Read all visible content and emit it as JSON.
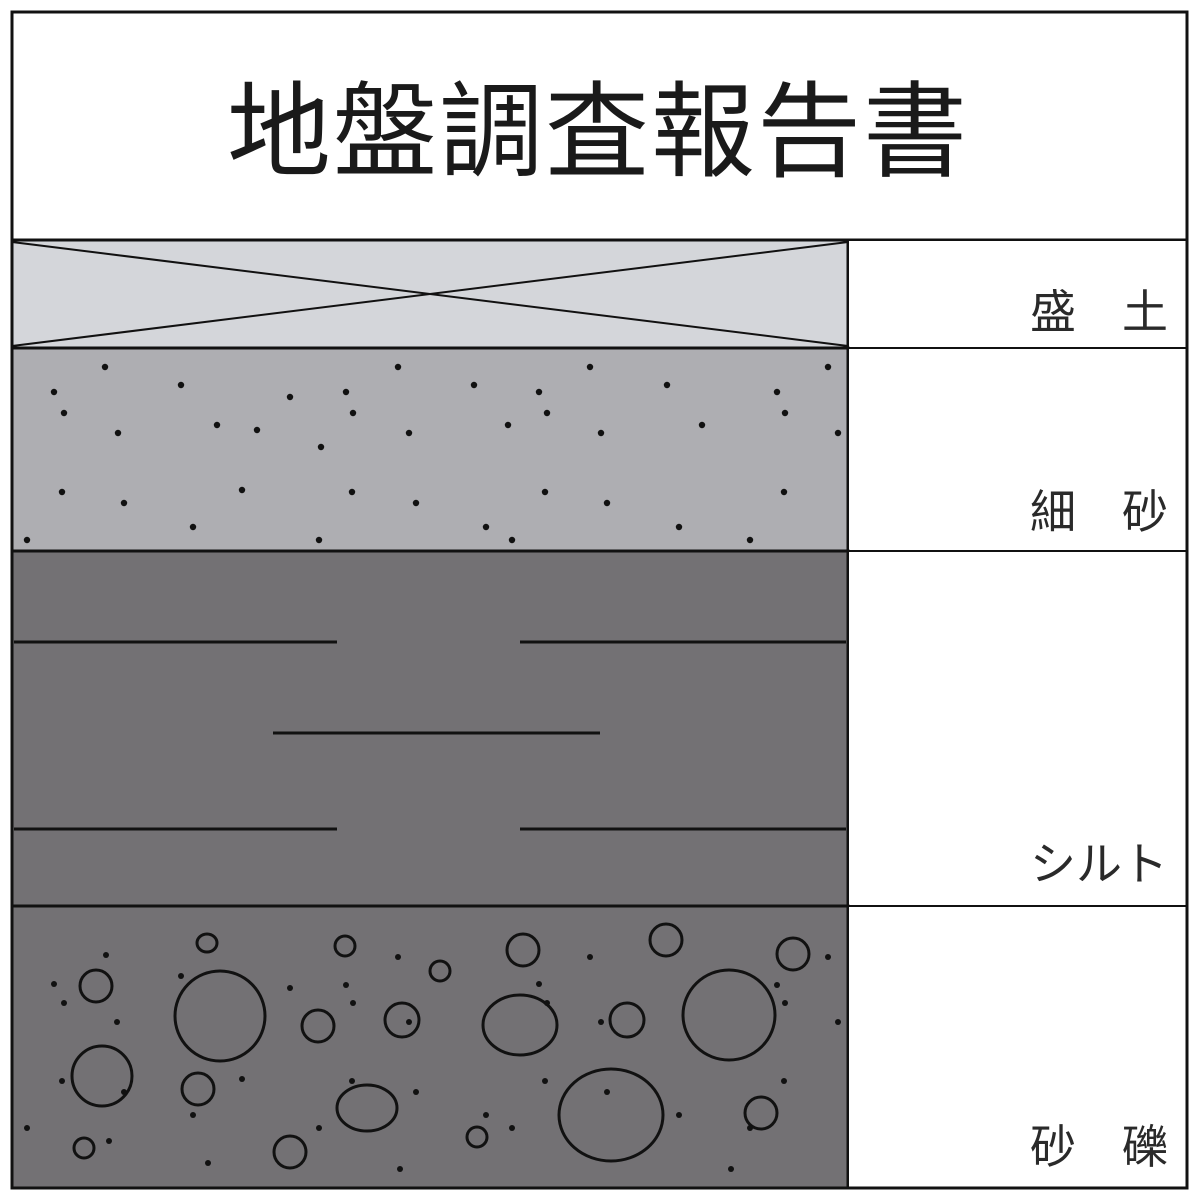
{
  "title": "地盤調査報告書",
  "layers": [
    {
      "name": "盛土",
      "label": "盛　土",
      "pattern": "cross",
      "fill": "#d4d6da"
    },
    {
      "name": "細砂",
      "label": "細　砂",
      "pattern": "dots",
      "fill": "#aeaeb2"
    },
    {
      "name": "シルト",
      "label": "シルト",
      "pattern": "dashes",
      "fill": "#737174"
    },
    {
      "name": "砂礫",
      "label": "砂　礫",
      "pattern": "gravel",
      "fill": "#737174"
    }
  ],
  "colors": {
    "border": "#111111",
    "background": "#ffffff",
    "text": "#1a1a1a"
  }
}
